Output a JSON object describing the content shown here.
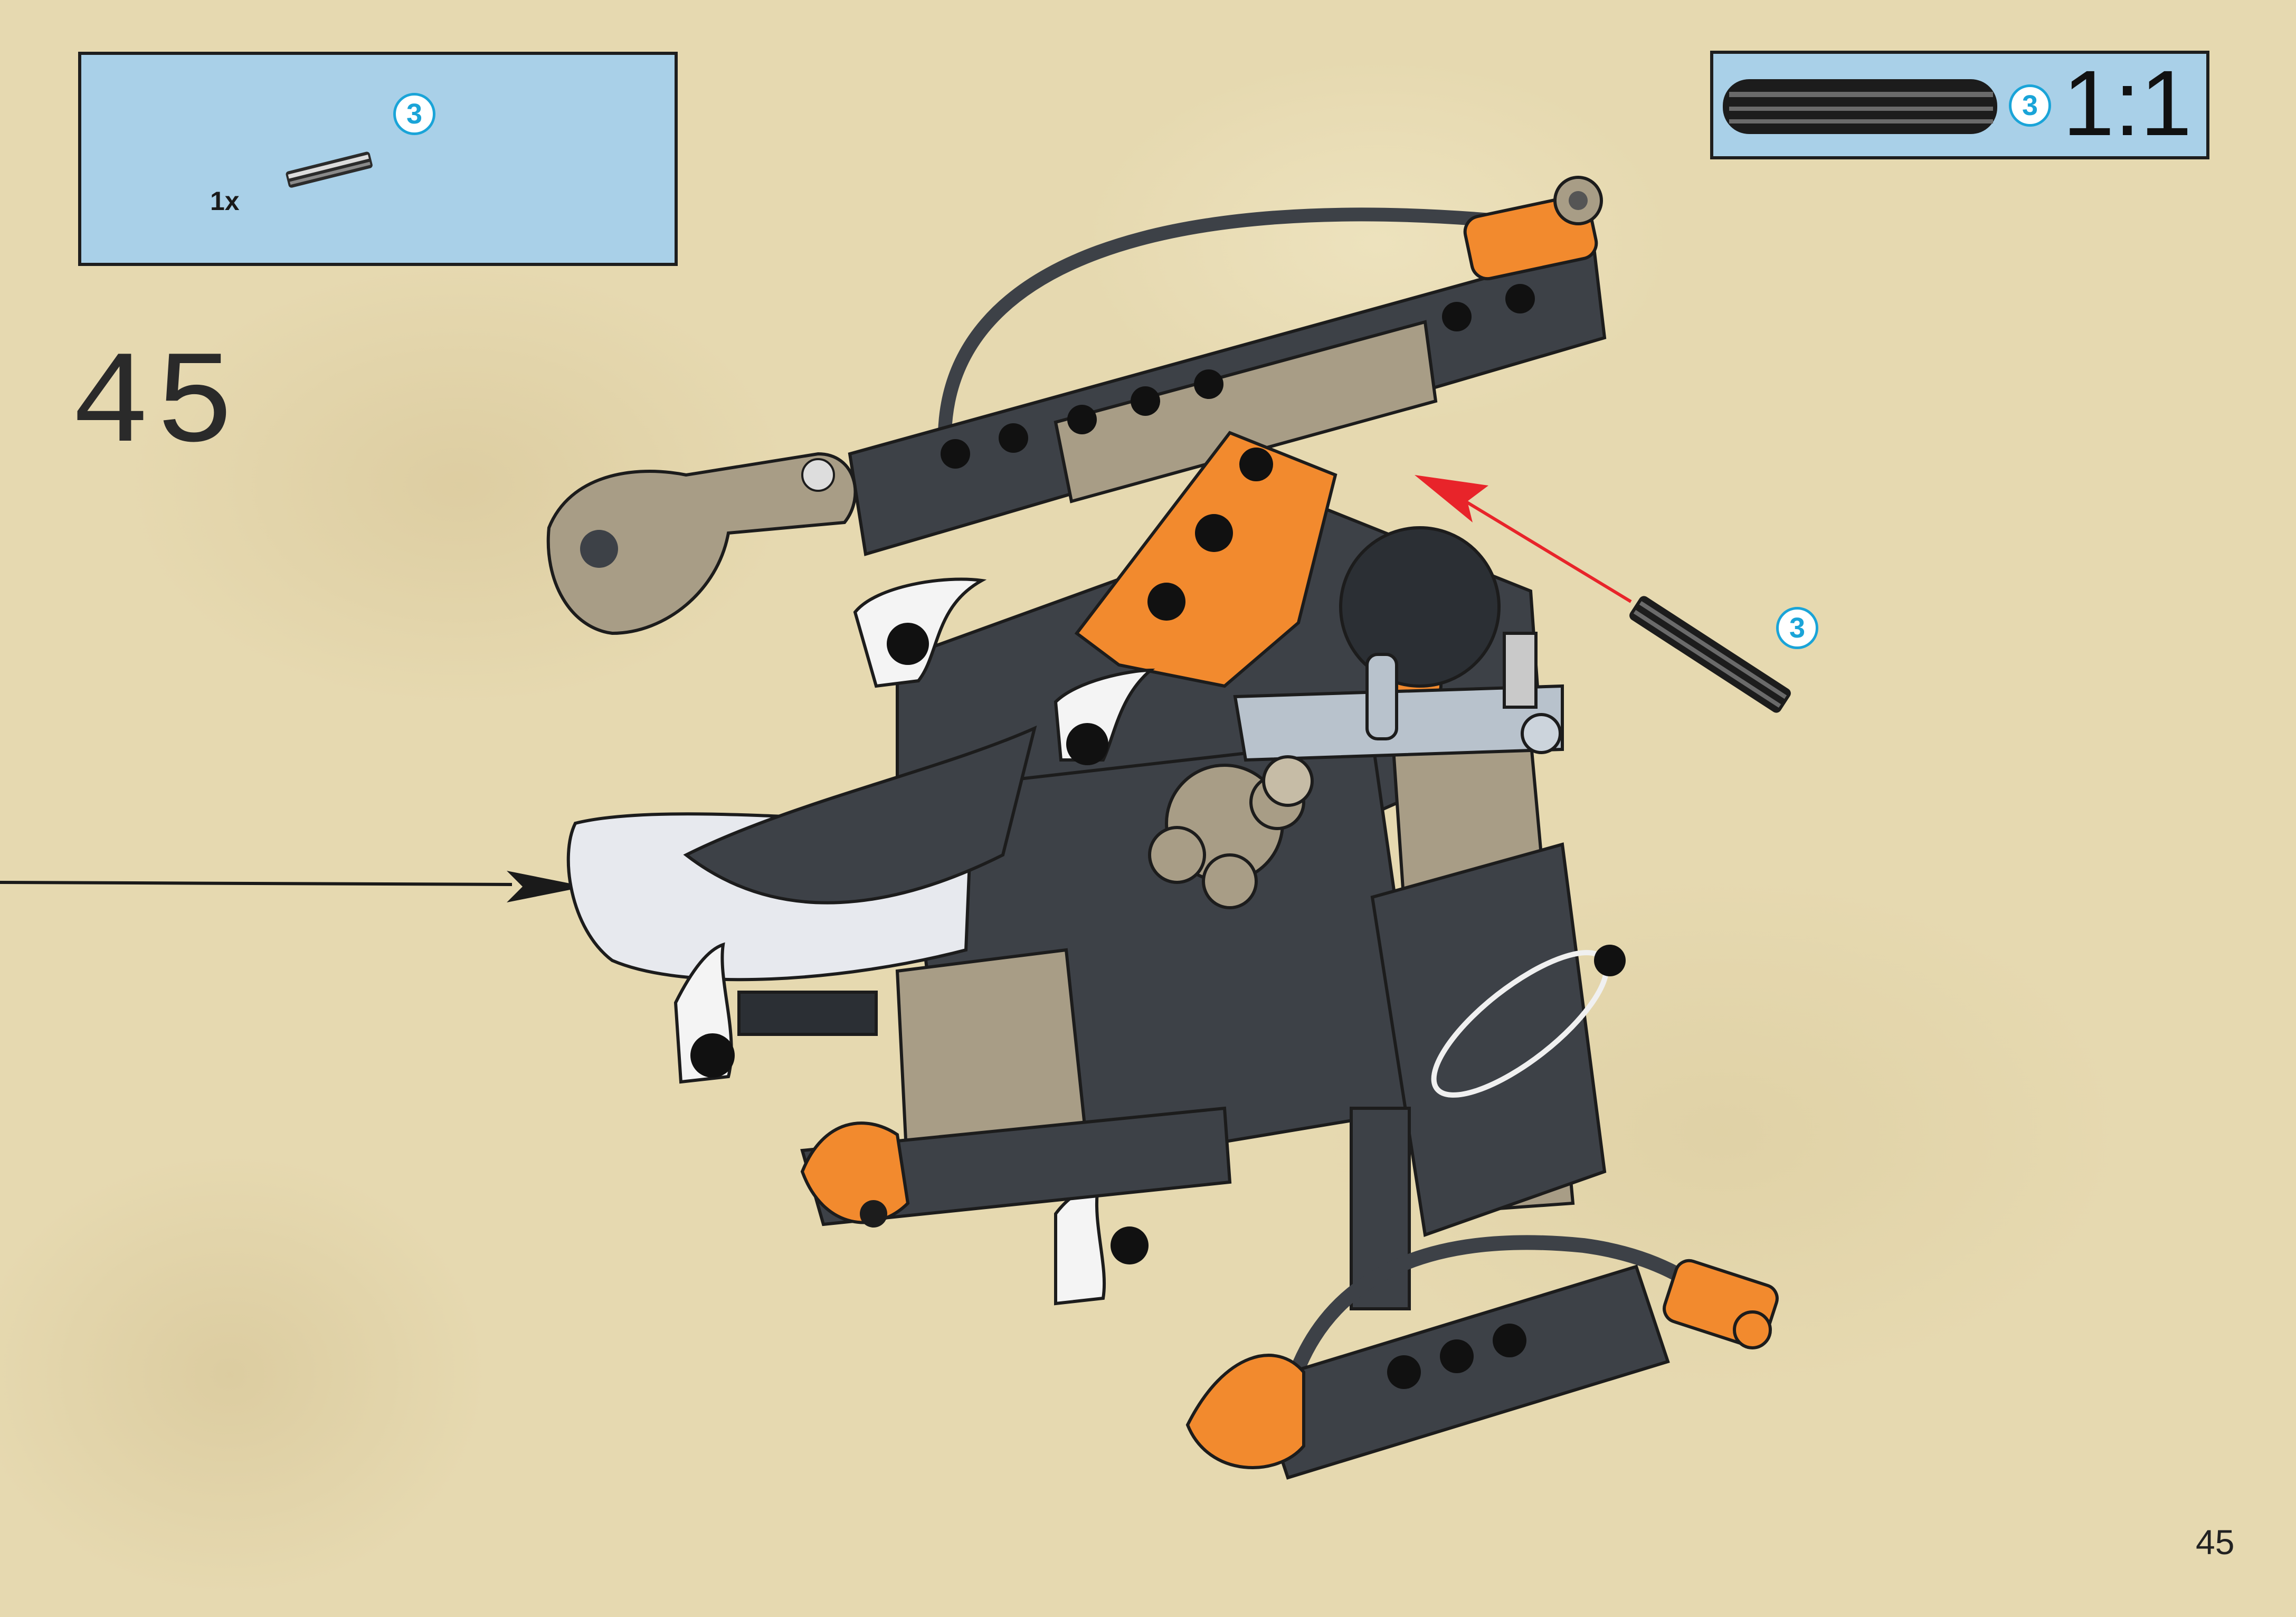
{
  "parts_box": {
    "callout": "3",
    "quantity": "1x"
  },
  "scale_box": {
    "callout": "3",
    "ratio": "1:1"
  },
  "step": {
    "number": "45",
    "callout": "3"
  },
  "page": {
    "number": "45"
  },
  "colors": {
    "background": "#e6d9b0",
    "box_fill": "#a9d0e8",
    "callout_blue": "#1aa4d8",
    "dark_gray": "#3d4147",
    "tan": "#a89d86",
    "orange": "#f28a2e",
    "arrow_red": "#e8242a"
  }
}
